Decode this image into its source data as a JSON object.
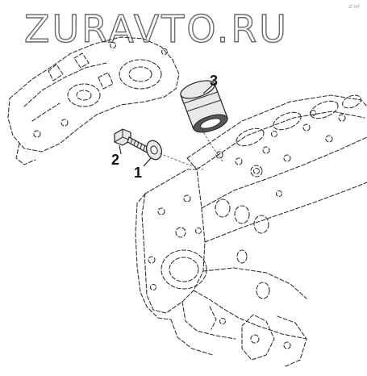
{
  "watermark": {
    "text": "ZURAVTO.RU"
  },
  "corner_mark": {
    "text": "zf ref"
  },
  "callouts": [
    {
      "id": "washer",
      "label": "1"
    },
    {
      "id": "bolt",
      "label": "2"
    },
    {
      "id": "bearing-bushing",
      "label": "3"
    }
  ]
}
